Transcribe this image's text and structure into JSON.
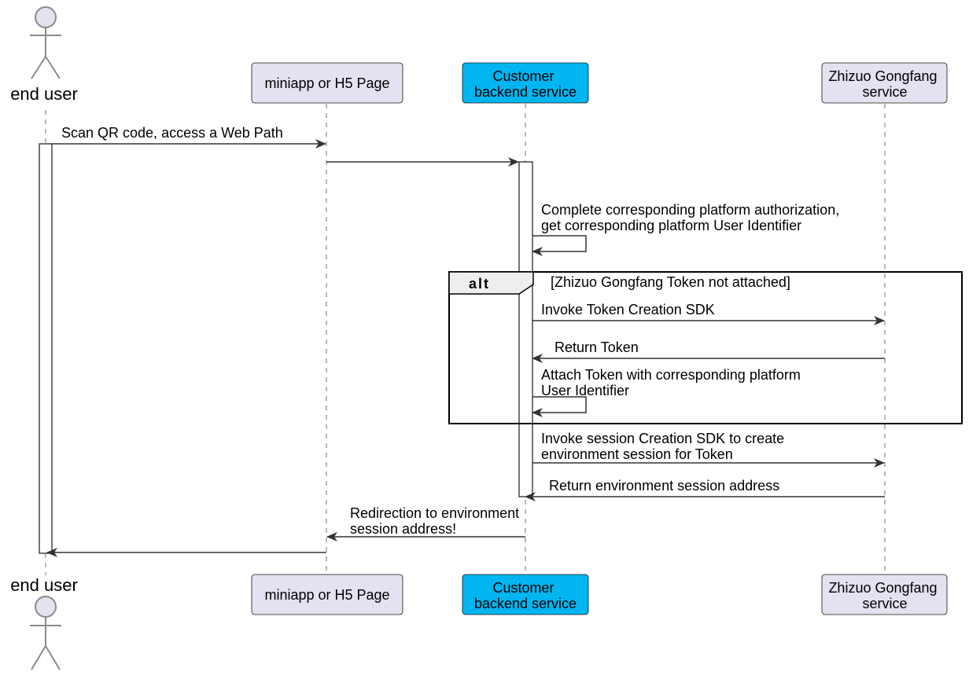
{
  "participants": {
    "end_user": {
      "label": "end user"
    },
    "miniapp": {
      "lines": [
        "miniapp or H5 Page"
      ]
    },
    "backend": {
      "lines": [
        "Customer",
        "backend service"
      ],
      "fill": "#00b5f0"
    },
    "zhizuo": {
      "lines": [
        "Zhizuo Gongfang",
        "service"
      ]
    }
  },
  "messages": {
    "m1": [
      "Scan QR code, access a Web Path"
    ],
    "m3": [
      "Complete corresponding platform authorization,",
      "get corresponding platform User Identifier"
    ],
    "m4": [
      "Invoke Token Creation SDK"
    ],
    "m5": [
      "Return Token"
    ],
    "m6": [
      "Attach Token with corresponding platform",
      "User Identifier"
    ],
    "m7": [
      "Invoke session Creation SDK to create",
      "environment session for Token"
    ],
    "m8": [
      "Return environment session address"
    ],
    "m9": [
      "Redirection to environment",
      "session address!"
    ]
  },
  "alt": {
    "keyword": "alt",
    "condition": "[Zhizuo Gongfang Token not attached]"
  },
  "colors": {
    "participant_fill": "#e2e2f0",
    "participant_stroke": "#181818",
    "lifeline": "#a0a0a0",
    "arrow": "#333333"
  }
}
